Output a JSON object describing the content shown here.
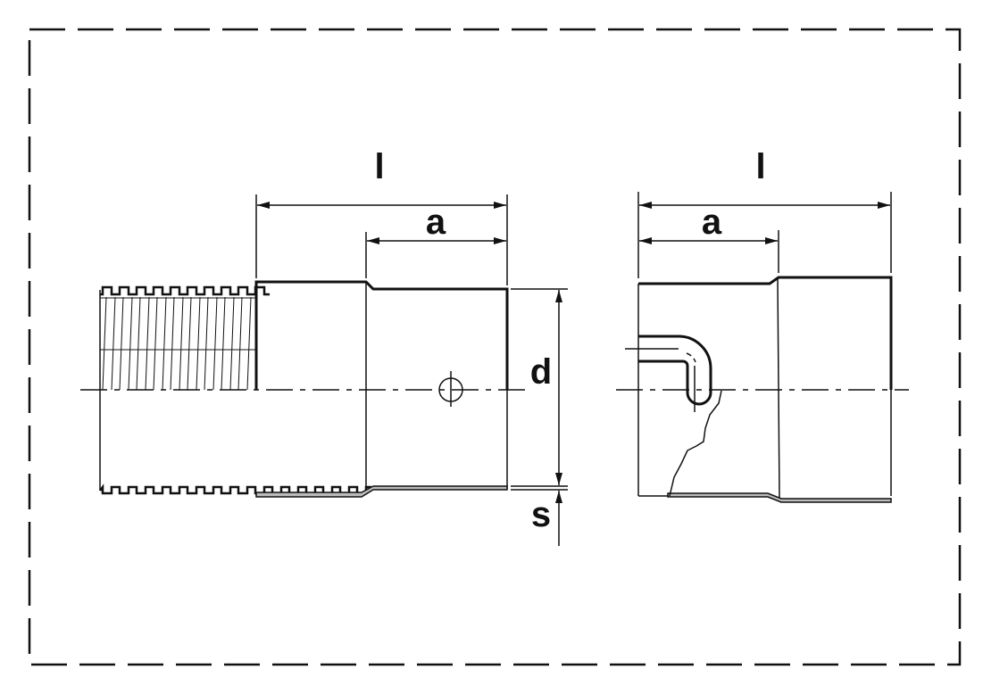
{
  "labels": {
    "left_length": "l",
    "left_a": "a",
    "diameter": "d",
    "wall_thickness": "s",
    "right_length": "l",
    "right_a": "a"
  }
}
